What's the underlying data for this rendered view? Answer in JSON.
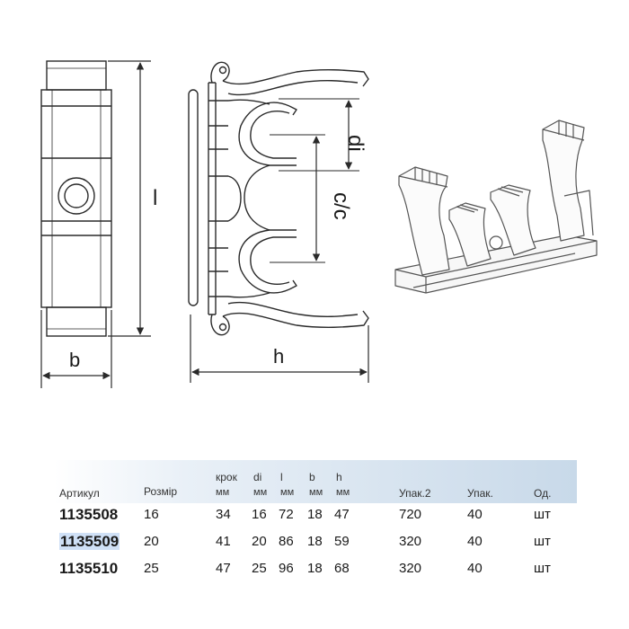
{
  "dimension_labels": {
    "b": "b",
    "h": "h",
    "l": "l",
    "di": "di",
    "cc": "c/c"
  },
  "headers": {
    "article": "Артикул",
    "size": "Розмір",
    "step": "крок",
    "step_unit": "мм",
    "di": "di",
    "di_unit": "мм",
    "l": "l",
    "l_unit": "мм",
    "b": "b",
    "b_unit": "мм",
    "h": "h",
    "h_unit": "мм",
    "pack2": "Упак.2",
    "pack": "Упак.",
    "unit": "Од."
  },
  "rows": [
    {
      "article": "1135508",
      "size": "16",
      "step": "34",
      "di": "16",
      "l": "72",
      "b": "18",
      "h": "47",
      "pack2": "720",
      "pack": "40",
      "unit": "шт"
    },
    {
      "article": "1135509",
      "size": "20",
      "step": "41",
      "di": "20",
      "l": "86",
      "b": "18",
      "h": "59",
      "pack2": "320",
      "pack": "40",
      "unit": "шт",
      "selected": true
    },
    {
      "article": "1135510",
      "size": "25",
      "step": "47",
      "di": "25",
      "l": "96",
      "b": "18",
      "h": "68",
      "pack2": "320",
      "pack": "40",
      "unit": "шт"
    }
  ],
  "colors": {
    "line": "#2a2a2a",
    "header_gradient": "#c8d9e9",
    "selection": "#cfe0f6"
  }
}
